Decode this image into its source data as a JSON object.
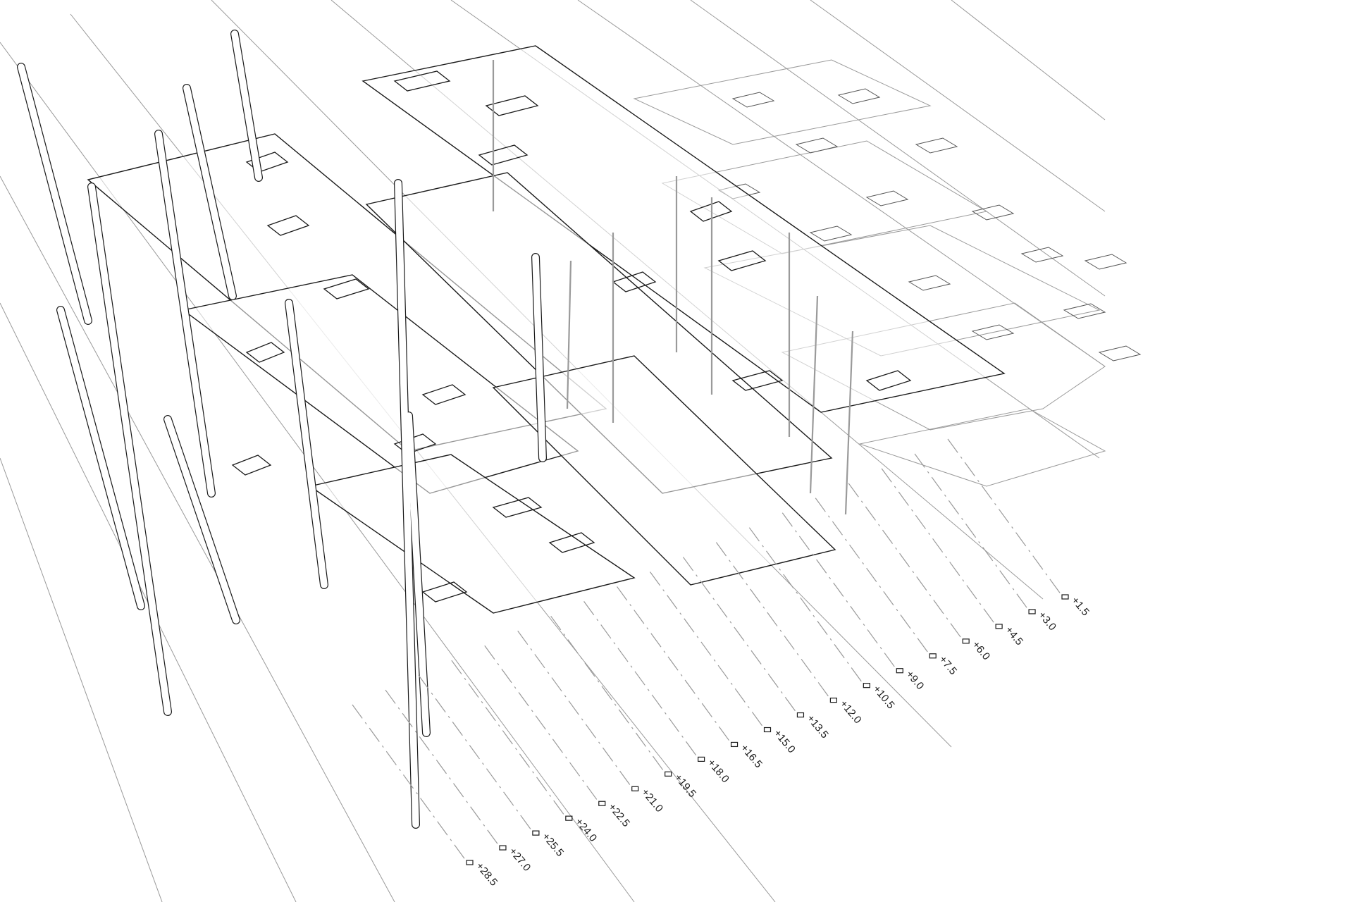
{
  "diagram": {
    "type": "axonometric-section",
    "stroke_color": "#1a1a1a",
    "guide_color": "#9a9a9a",
    "background": "#ffffff",
    "levels": [
      "+1.5",
      "+3.0",
      "+4.5",
      "+6.0",
      "+7.5",
      "+9.0",
      "+10.5",
      "+12.0",
      "+13.5",
      "+15.0",
      "+16.5",
      "+18.0",
      "+19.5",
      "+21.0",
      "+22.5",
      "+24.0",
      "+25.5",
      "+27.0",
      "+28.5"
    ]
  }
}
